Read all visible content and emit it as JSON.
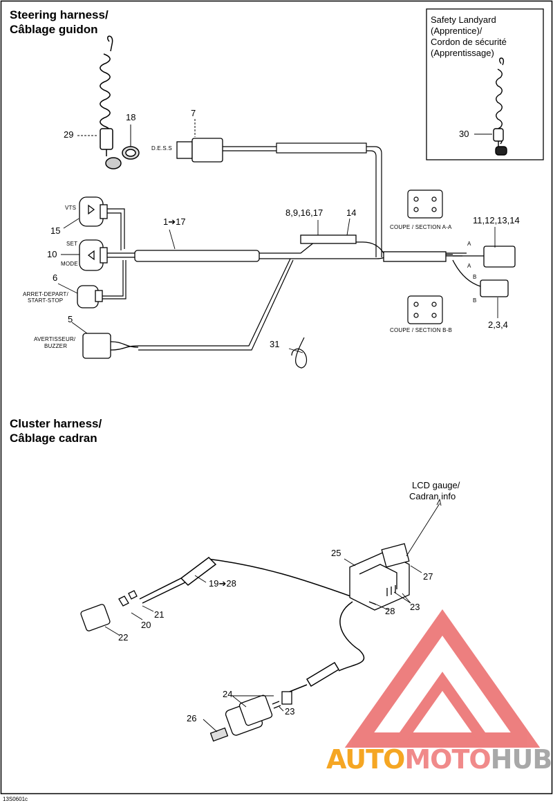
{
  "steering": {
    "title_en": "Steering harness/",
    "title_fr": "Câblage guidon"
  },
  "landyard": {
    "line1": "Safety Landyard",
    "line2": "(Apprentice)/",
    "line3": "Cordon de sécurité",
    "line4": "(Apprentissage)",
    "num": "30"
  },
  "parts": {
    "p29": "29",
    "p18": "18",
    "p7": "7",
    "dess": "D.E.S.S",
    "p15": "15",
    "vts": "VTS",
    "p10": "10",
    "set": "SET",
    "mode": "MODE",
    "p6": "6",
    "arret": "ARRET-DEPART/",
    "startstop": "START-STOP",
    "p5": "5",
    "avert": "AVERTISSEUR/",
    "buzzer": "BUZZER",
    "p1_17": "1➔17",
    "p8_17": "8,9,16,17",
    "p14": "14",
    "p11_14": "11,12,13,14",
    "p2_4": "2,3,4",
    "p31": "31",
    "secA": "COUPE / SECTION A-A",
    "secB": "COUPE / SECTION B-B",
    "A": "A",
    "B": "B"
  },
  "cluster": {
    "title_en": "Cluster harness/",
    "title_fr": "Câblage cadran",
    "lcd1": "LCD gauge/",
    "lcd2": "Cadran info",
    "p25": "25",
    "p27": "27",
    "p19_28": "19➔28",
    "p21": "21",
    "p20": "20",
    "p22": "22",
    "p28": "28",
    "p23a": "23",
    "p24": "24",
    "p23b": "23",
    "p26": "26"
  },
  "watermark": {
    "part1": "AUTO",
    "part2": "MOTO",
    "part3": "HUB",
    "color1": "#f5a623",
    "color2": "#f08a8a",
    "color3": "#a8a8a8"
  },
  "figure_code": "13S0601c"
}
